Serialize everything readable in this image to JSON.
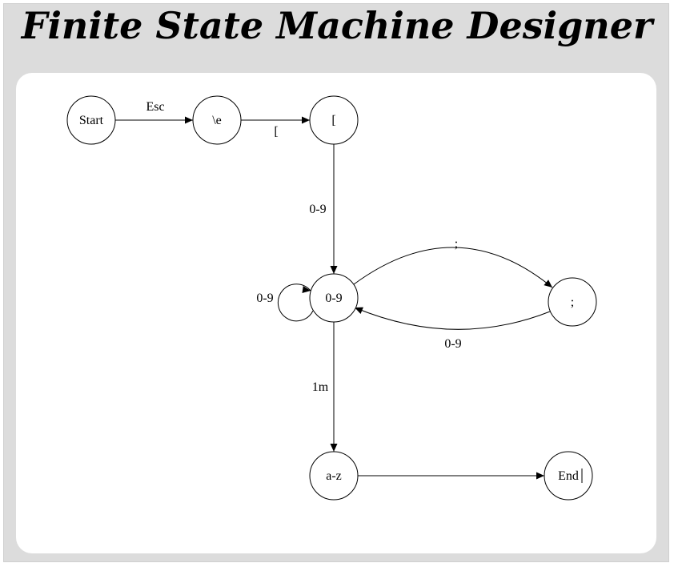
{
  "app": {
    "title": "Finite State Machine Designer"
  },
  "colors": {
    "frame_bg": "#dcdcdc",
    "canvas_bg": "#ffffff",
    "stroke": "#000000",
    "selected": "#0000ff"
  },
  "diagram": {
    "nodes": [
      {
        "id": "start",
        "label": "Start",
        "selected": false
      },
      {
        "id": "esc",
        "label": "\\e",
        "selected": false
      },
      {
        "id": "bracket",
        "label": "[",
        "selected": false
      },
      {
        "id": "digits",
        "label": "0-9",
        "selected": false
      },
      {
        "id": "semicolon",
        "label": ";",
        "selected": false
      },
      {
        "id": "letters",
        "label": "a-z",
        "selected": false
      },
      {
        "id": "end",
        "label": "End",
        "selected": true
      }
    ],
    "edges": [
      {
        "id": "e1",
        "from": "start",
        "to": "esc",
        "label": "Esc"
      },
      {
        "id": "e2",
        "from": "esc",
        "to": "bracket",
        "label": "["
      },
      {
        "id": "e3",
        "from": "bracket",
        "to": "digits",
        "label": "0-9"
      },
      {
        "id": "e4",
        "from": "digits",
        "to": "digits",
        "label": "0-9"
      },
      {
        "id": "e5",
        "from": "digits",
        "to": "semicolon",
        "label": ";"
      },
      {
        "id": "e6",
        "from": "semicolon",
        "to": "digits",
        "label": "0-9"
      },
      {
        "id": "e7",
        "from": "digits",
        "to": "letters",
        "label": "1m"
      },
      {
        "id": "e8",
        "from": "letters",
        "to": "end",
        "label": ""
      }
    ]
  }
}
